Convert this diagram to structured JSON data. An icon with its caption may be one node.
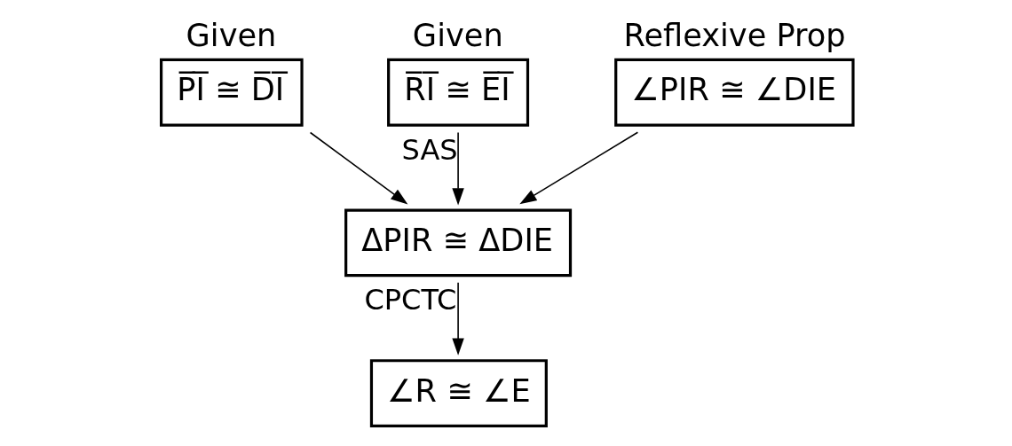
{
  "diagram": {
    "nodes": [
      {
        "text": [
          "Given",
          "P̅I̅ ≅ D̅I̅"
        ]
      },
      {
        "text": [
          "Given",
          "R̅I̅ ≅ E̅I̅"
        ]
      },
      {
        "text": [
          "Reflexive Prop",
          "∠PIR ≅ ∠DIE"
        ]
      },
      {
        "text": [
          "ΔPIR ≅ ΔDIE"
        ]
      },
      {
        "text": [
          "∠R ≅ ∠E"
        ]
      }
    ],
    "edges": [
      {
        "from": 0,
        "to": 3,
        "arrow": "to"
      },
      {
        "from": 1,
        "to": 3,
        "arrow": "to",
        "label": "SAS"
      },
      {
        "from": 2,
        "to": 3,
        "arrow": "to"
      },
      {
        "from": 3,
        "to": 4,
        "arrow": "to",
        "label": "CPCTC"
      }
    ]
  }
}
